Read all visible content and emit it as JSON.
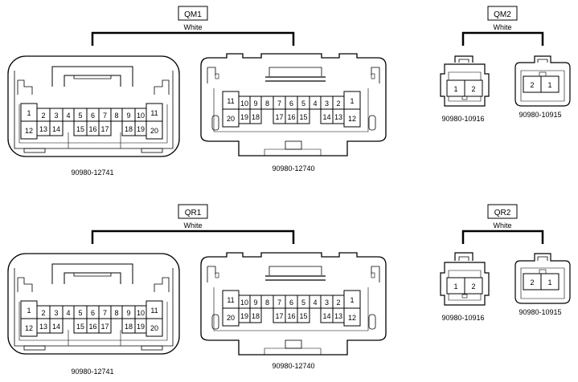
{
  "groups": [
    {
      "key": "qm1",
      "tag": "QM1",
      "color": "White",
      "left_part": "90980-12741",
      "right_part": "90980-12740"
    },
    {
      "key": "qm2",
      "tag": "QM2",
      "color": "White",
      "left_part": "90980-10916",
      "right_part": "90980-10915"
    },
    {
      "key": "qr1",
      "tag": "QR1",
      "color": "White",
      "left_part": "90980-12741",
      "right_part": "90980-12740"
    },
    {
      "key": "qr2",
      "tag": "QR2",
      "color": "White",
      "left_part": "90980-10916",
      "right_part": "90980-10915"
    }
  ],
  "pins": {
    "conn20_left_top": [
      "1",
      "2",
      "3",
      "4",
      "5",
      "6",
      "7",
      "8",
      "9",
      "10",
      "11"
    ],
    "conn20_left_bottom": [
      "12",
      "13",
      "14",
      "15",
      "16",
      "17",
      "18",
      "19",
      "20"
    ],
    "conn20_right_top": [
      "11",
      "10",
      "9",
      "8",
      "7",
      "6",
      "5",
      "4",
      "3",
      "2",
      "1"
    ],
    "conn20_right_bottom": [
      "20",
      "19",
      "18",
      "17",
      "16",
      "15",
      "14",
      "13",
      "12"
    ],
    "conn2_left": [
      "1",
      "2"
    ],
    "conn2_right": [
      "2",
      "1"
    ]
  }
}
